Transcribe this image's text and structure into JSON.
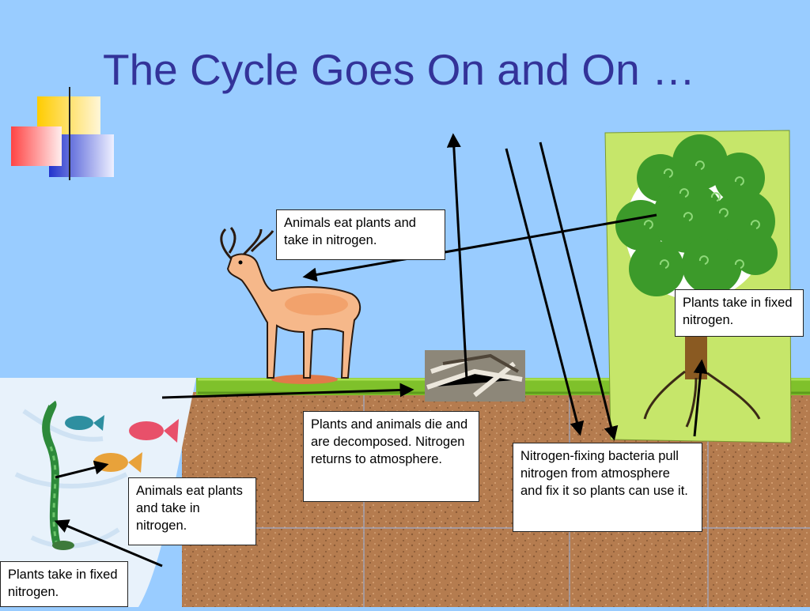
{
  "slide": {
    "title": "The Cycle Goes On and On …",
    "colors": {
      "background": "#99ccff",
      "title": "#333399",
      "soil": "#b07a4f",
      "grass": "#8ccf2e",
      "water": "#e6f1fb",
      "tree_panel": "#c9e86a"
    }
  },
  "callouts": {
    "animals_land": "Animals eat plants and take in nitrogen.",
    "plants_land": "Plants take in fixed nitrogen.",
    "decompose": "Plants and animals die and are decomposed. Nitrogen returns to atmosphere.",
    "bacteria": "Nitrogen-fixing bacteria pull nitrogen from atmosphere and fix it so plants can use it.",
    "animals_water": "Animals eat plants and take in nitrogen.",
    "plants_water": "Plants take in fixed nitrogen."
  },
  "icons": {
    "deco_squares": "decorative-squares-icon",
    "deer": "deer-icon",
    "tree": "tree-icon",
    "fish": "fish-icon",
    "seaweed": "seaweed-icon",
    "decomposing_log": "decomposing-log-icon"
  }
}
